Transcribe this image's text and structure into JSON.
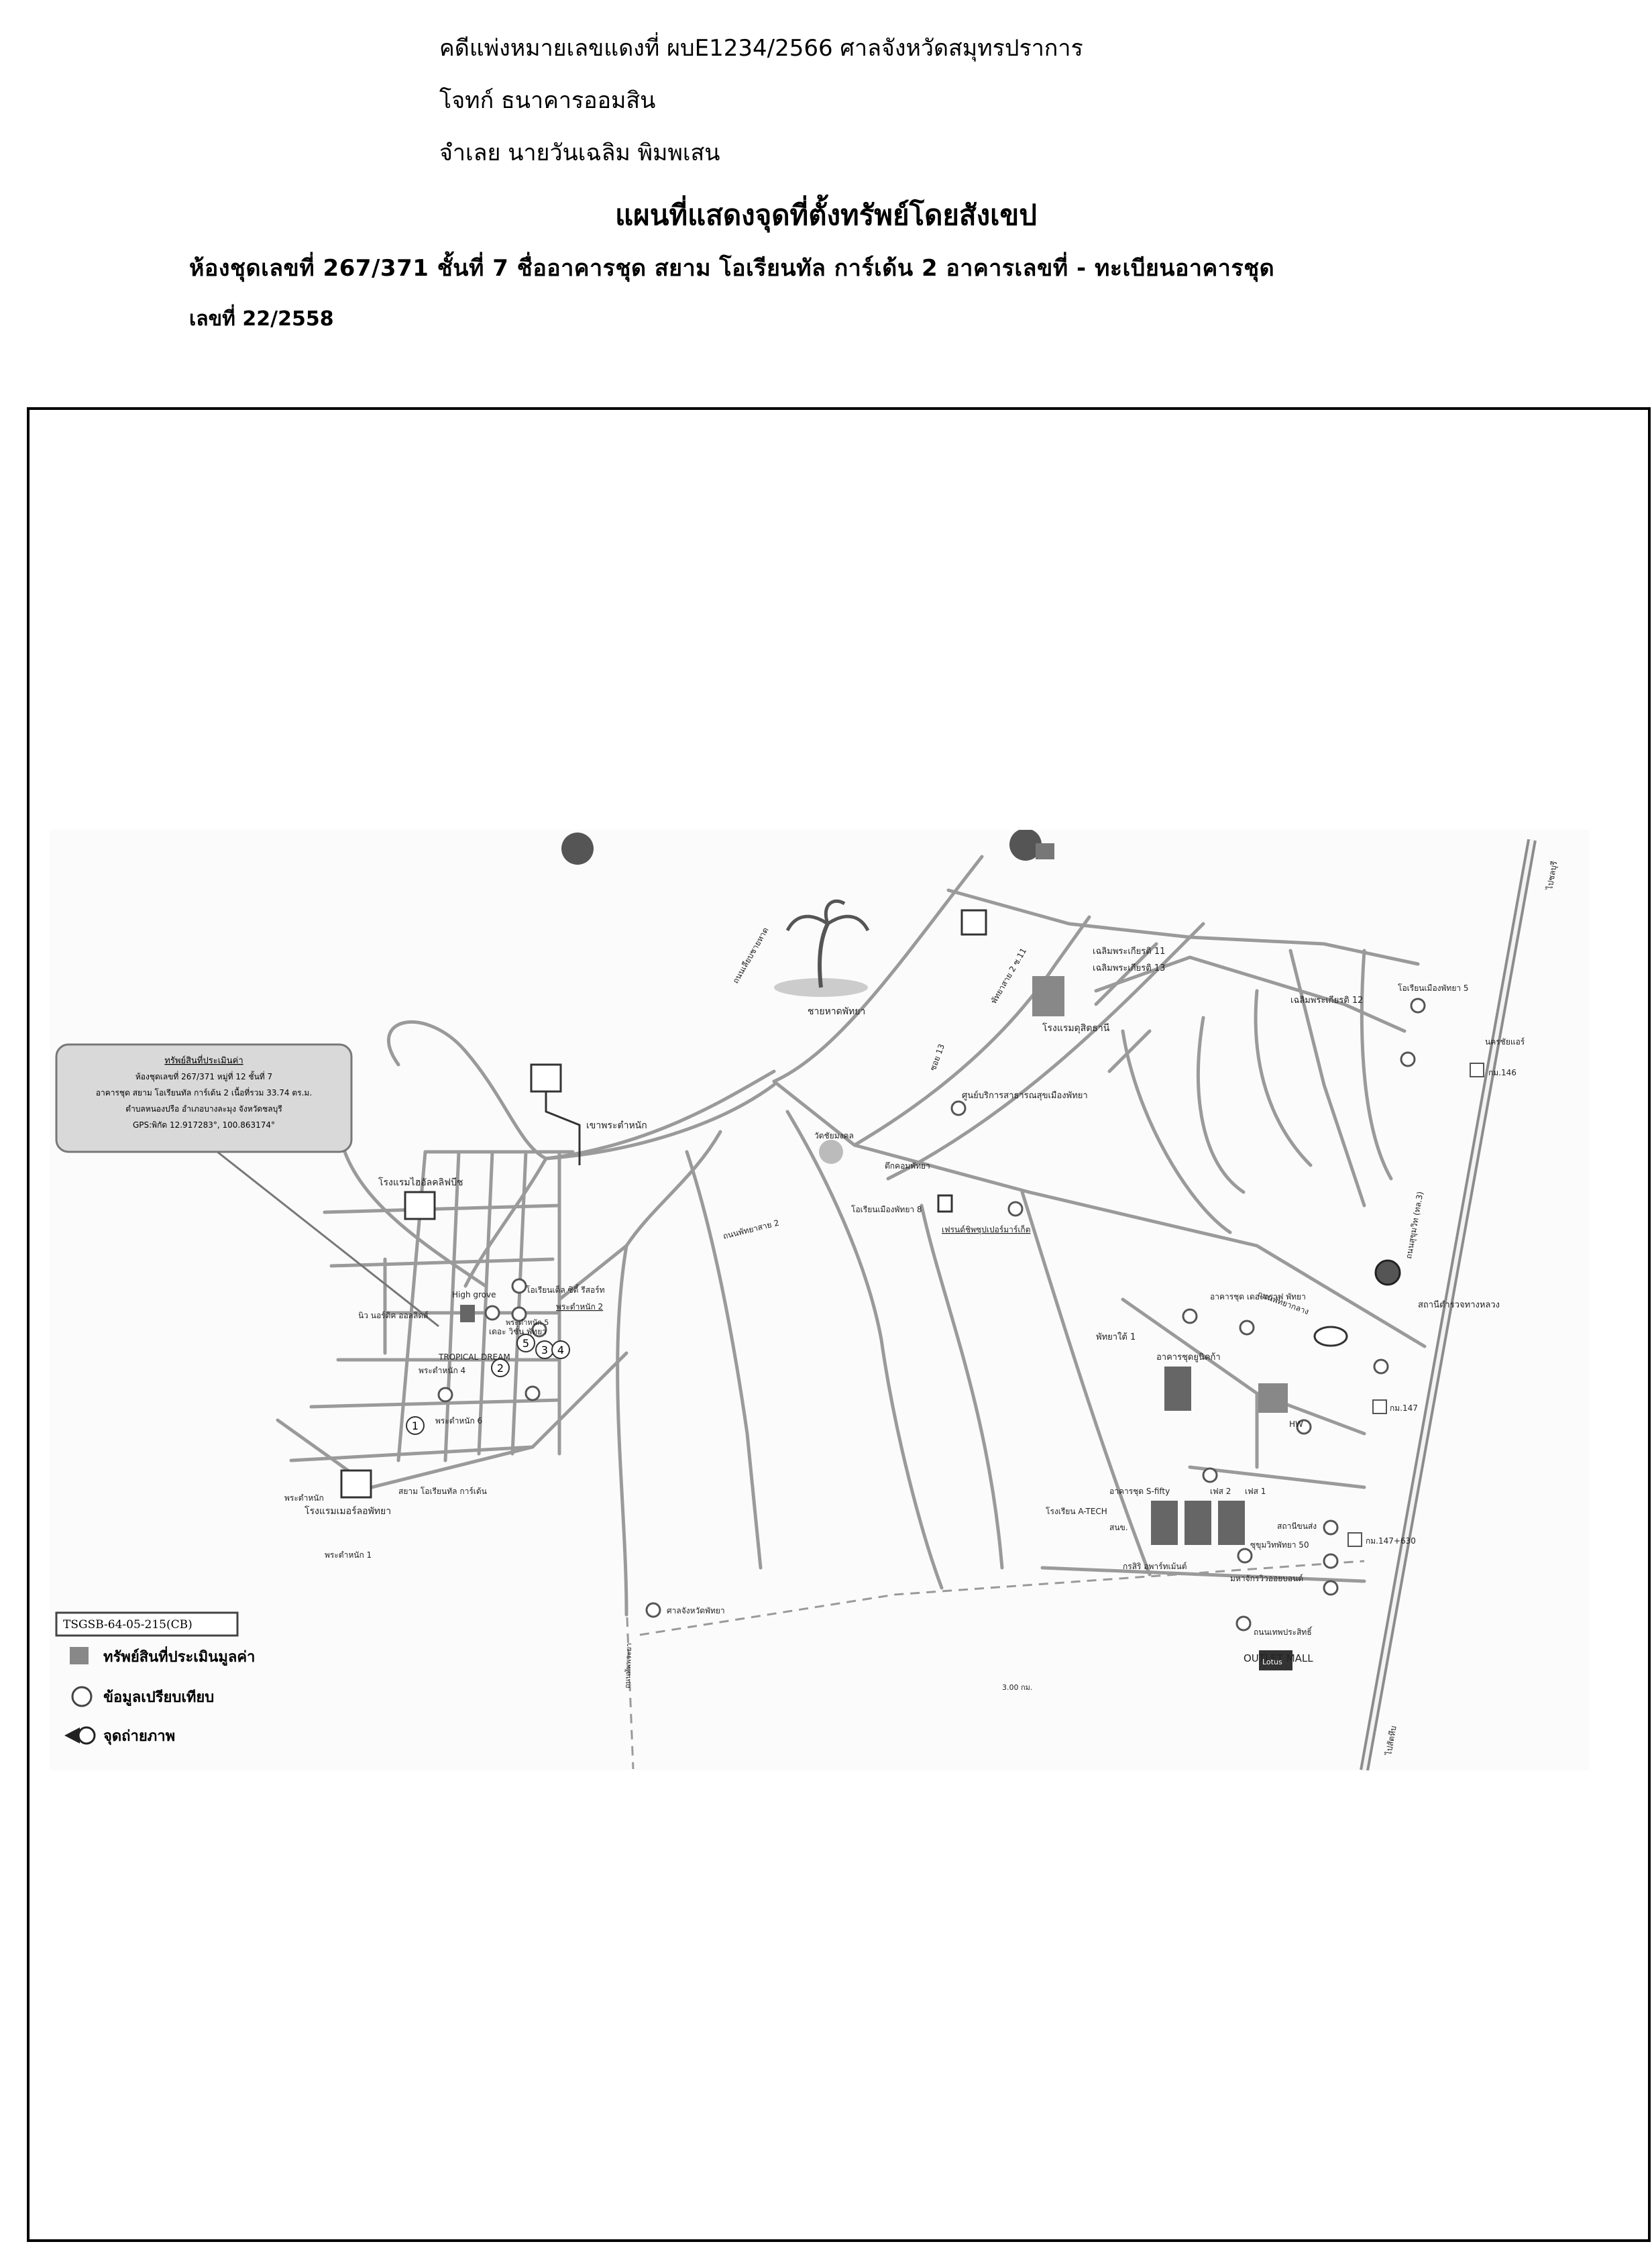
{
  "header": {
    "case_line": "คดีแพ่งหมายเลขแดงที่ ผบE1234/2566 ศาลจังหวัดสมุทรปราการ",
    "plaintiff_line": "โจทก์  ธนาคารออมสิน",
    "defendant_line": "จำเลย นายวันเฉลิม พิมพเสน"
  },
  "map_title": "แผนที่แสดงจุดที่ตั้งทรัพย์โดยสังเขป",
  "unit_line1": "ห้องชุดเลขที่ 267/371 ชั้นที่ 7 ชื่ออาคารชุด สยาม โอเรียนทัล การ์เด้น 2 อาคารเลขที่ - ทะเบียนอาคารชุด",
  "unit_line2": "เลขที่ 22/2558",
  "map": {
    "info_box": {
      "title": "ทรัพย์สินที่ประเมินค่า",
      "line1": "ห้องชุดเลขที่ 267/371 หมู่ที่ 12 ชั้นที่ 7",
      "line2": "อาคารชุด สยาม โอเรียนทัล การ์เด้น 2 เนื้อที่รวม 33.74 ตร.ม.",
      "line3": "ตำบลหนองปรือ อำเภอบางละมุง จังหวัดชลบุรี",
      "line4": "GPS:พิกัด 12.917283°, 100.863174°"
    },
    "report_code": "TSGSB-64-05-215(CB)",
    "legend": {
      "subject": "ทรัพย์สินที่ประเมินมูลค่า",
      "comparable": "ข้อมูลเปรียบเทียบ",
      "photo": "จุดถ่ายภาพ"
    },
    "labels": {
      "beach": "ชายหาดพัทยา",
      "hotel_top": "โรงแรมดุสิตธานี",
      "hotel_left": "โรงแรมไฮอัลคลิฟบีช",
      "hotel_lower_left": "โรงแรมเมอร์ลอพัทยา",
      "cliff_road": "เขาพระตำหนัก",
      "soi_bua": "ถนนเลียบชายหาด",
      "pattaya_2": "ถนนพัทยาสาย 2",
      "pattaya_klang": "ถนนพัทยากลาง",
      "pattaya_tai": "พัทยาใต้ 1",
      "soi_13": "ซอย 13",
      "soi_11": "พัทยาสาย 2 ซ.11",
      "chalerm_11": "เฉลิมพระเกียรติ 11",
      "chalerm_13": "เฉลิมพระเกียรติ 13",
      "chalerm_12": "เฉลิมพระเกียรติ 12",
      "wat": "วัดชัยมงคล",
      "public_health": "ศูนย์บริการสาธารณสุขเมืองพัทยา",
      "pattaya_bldg": "ตึกคอมพัทยา",
      "orient_8": "โอเรียนเมืองพัทยา 8",
      "friendship": "เฟรนด์ชิพซุปเปอร์มาร์เก็ต",
      "orient_5": "โอเรียนเมืองพัทยา 5",
      "naklua": "นครชัยแอร์",
      "km146": "กม.146",
      "km147": "กม.147",
      "km147_630": "กม.147+630",
      "police": "สถานีตำรวจทางหลวง",
      "condo_patt": "อาคารชุด เดอะกราฟ พัทยา",
      "condo_nik": "อาคารชุดยูนิคก้า",
      "s_fifty": "อาคารชุด S-fifty",
      "phase2": "เฟส 2",
      "phase1": "เฟส 1",
      "atech": "โรงเรียน A-TECH",
      "clinic": "สนข.",
      "court_store": "สถานีขนส่ง",
      "krisiri": "กรสิริ อพาร์ทเม้นต์",
      "udom": "มหาจักรวิวออยบอนด์",
      "soi_tai50": "ซุขุมวิทพัทยา 50",
      "hw": "HW",
      "outlet": "OUTLET MALL",
      "lotus": "Lotus",
      "court": "ศาลจังหวัดพัทยา",
      "dist": "3.00 กม.",
      "sukhumvit": "ถนนสุขุมวิท (ทล.3)",
      "to_rayong": "ไปสัตหีบ",
      "to_bkk": "ไปชลบุรี",
      "thepprasit": "ถนนเทพประสิทธิ์",
      "high_grove": "High grove",
      "orient_city": "โอเรียนเต็ล ซิตี้ รีสอร์ท",
      "new_nordic": "นิว นอร์ดิค ออลลิดส์",
      "tropical": "TROPICAL DREAM",
      "siam_og": "สยาม โอเรียนทัล การ์เด้น",
      "the_vision": "เดอะ วิชั่น พัทยา",
      "phra_tamnak2": "พระตำหนัก 2",
      "phra_tamnak4": "พระตำหนัก 4",
      "phra_tamnak5": "พระตำหนัก 5",
      "phra_tamnak6": "พระตำหนัก 6",
      "phra_tamnak1": "พระตำหนัก 1",
      "phra_tamnak": "พระตำหนัก",
      "thappraya": "ถนนทัพพระยา",
      "n1": "1",
      "n2": "2",
      "n3": "3",
      "n4": "4",
      "n5": "5"
    }
  }
}
